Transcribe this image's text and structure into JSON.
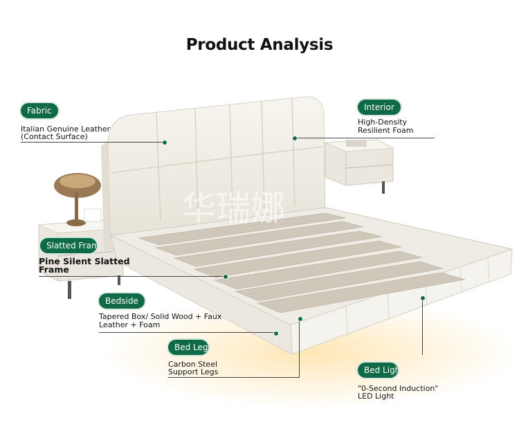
{
  "title": "Product Analysis",
  "watermark": "华瑞娜",
  "labels": {
    "fabric": {
      "tag": "Fabric",
      "line1": "Italian Genuine Leather",
      "line2": "(Contact Surface)"
    },
    "interior": {
      "tag": "Interior",
      "line1": "High-Density",
      "line2": "Resilient Foam"
    },
    "slatted": {
      "tag": "Slatted Frame",
      "line1": "Pine Silent Slatted",
      "line2": "Frame"
    },
    "bedside": {
      "tag": "Bedside",
      "line1": "Tapered Box/ Solid Wood + Faux",
      "line2": "Leather + Foam"
    },
    "legs": {
      "tag": "Bed Legs",
      "line1": "Carbon Steel",
      "line2": "Support Legs"
    },
    "light": {
      "tag": "Bed Light",
      "line1": "\"0-Second Induction\"",
      "line2": "LED Light"
    }
  },
  "colors": {
    "accent": "#0f6a48",
    "leather": "#f3f0e8",
    "slat": "#c9c2b6"
  }
}
